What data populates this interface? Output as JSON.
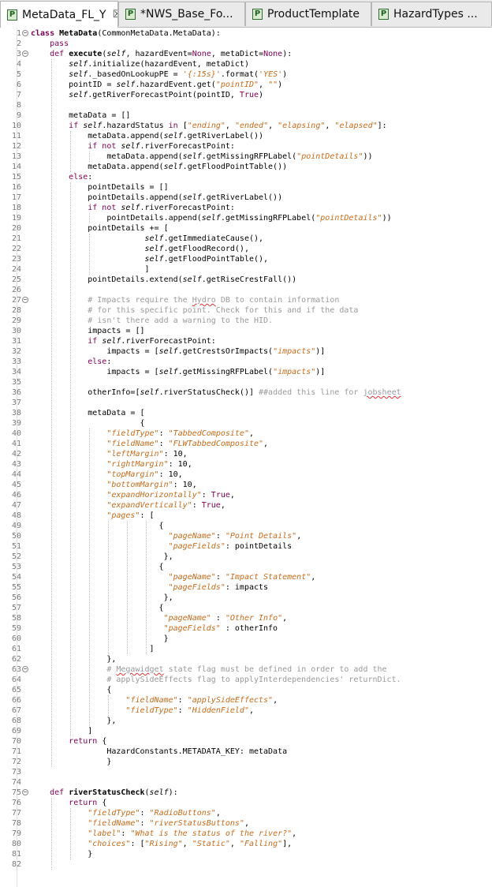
{
  "tabs": [
    {
      "label": "MetaData_FL_Y",
      "active": true,
      "closable": true,
      "icon": "python-file-icon"
    },
    {
      "label": "*NWS_Base_Fo...",
      "active": false,
      "icon": "python-file-icon"
    },
    {
      "label": "ProductTemplate",
      "active": false,
      "icon": "python-file-icon"
    },
    {
      "label": "HazardTypes ...",
      "active": false,
      "icon": "python-file-icon"
    }
  ],
  "colors": {
    "keyword": "#7f0055",
    "string": "#c76b1a",
    "comment": "#9a9a9a",
    "line_number": "#787878"
  },
  "lines": [
    {
      "n": "1",
      "fold": true,
      "html": "<span class=\"kw bold\">class</span> <span class=\"bold\">MetaData</span>(CommonMetaData.MetaData):"
    },
    {
      "n": "2",
      "html": "    <span class=\"kw\">pass</span>"
    },
    {
      "n": "3",
      "fold": true,
      "html": "    <span class=\"kw\">def</span> <span class=\"bold\">execute</span>(<span class=\"self\">self</span>, hazardEvent=<span class=\"kw\">None</span>, metaDict=<span class=\"kw\">None</span>):"
    },
    {
      "n": "4",
      "html": "        <span class=\"self\">self</span>.initialize(hazardEvent, metaDict)"
    },
    {
      "n": "5",
      "html": "        <span class=\"self\">self</span>._basedOnLookupPE = <span class=\"str\">'{:15s}'</span>.format(<span class=\"str\">'YES'</span>)"
    },
    {
      "n": "6",
      "html": "        pointID = <span class=\"self\">self</span>.hazardEvent.get(<span class=\"str\">\"pointID\"</span>, <span class=\"str\">\"\"</span>)"
    },
    {
      "n": "7",
      "html": "        <span class=\"self\">self</span>.getRiverForecastPoint(pointID, <span class=\"kw\">True</span>)"
    },
    {
      "n": "8",
      "html": ""
    },
    {
      "n": "9",
      "html": "        metaData = []"
    },
    {
      "n": "10",
      "html": "        <span class=\"kw\">if</span> <span class=\"self\">self</span>.hazardStatus <span class=\"kw\">in</span> [<span class=\"str\">\"ending\"</span>, <span class=\"str\">\"ended\"</span>, <span class=\"str\">\"elapsing\"</span>, <span class=\"str\">\"elapsed\"</span>]:"
    },
    {
      "n": "11",
      "html": "            metaData.append(<span class=\"self\">self</span>.getRiverLabel())"
    },
    {
      "n": "12",
      "html": "            <span class=\"kw\">if not</span> <span class=\"self\">self</span>.riverForecastPoint:"
    },
    {
      "n": "13",
      "html": "                metaData.append(<span class=\"self\">self</span>.getMissingRFPLabel(<span class=\"str\">\"pointDetails\"</span>))"
    },
    {
      "n": "14",
      "html": "            metaData.append(<span class=\"self\">self</span>.getFloodPointTable())"
    },
    {
      "n": "15",
      "html": "        <span class=\"kw\">else</span>:"
    },
    {
      "n": "16",
      "html": "            pointDetails = []"
    },
    {
      "n": "17",
      "html": "            pointDetails.append(<span class=\"self\">self</span>.getRiverLabel())"
    },
    {
      "n": "18",
      "html": "            <span class=\"kw\">if not</span> <span class=\"self\">self</span>.riverForecastPoint:"
    },
    {
      "n": "19",
      "html": "                pointDetails.append(<span class=\"self\">self</span>.getMissingRFPLabel(<span class=\"str\">\"pointDetails\"</span>))"
    },
    {
      "n": "20",
      "html": "            pointDetails += ["
    },
    {
      "n": "21",
      "html": "                        <span class=\"self\">self</span>.getImmediateCause(),"
    },
    {
      "n": "22",
      "html": "                        <span class=\"self\">self</span>.getFloodRecord(),"
    },
    {
      "n": "23",
      "html": "                        <span class=\"self\">self</span>.getFloodPointTable(),"
    },
    {
      "n": "24",
      "html": "                        ]"
    },
    {
      "n": "25",
      "html": "            pointDetails.extend(<span class=\"self\">self</span>.getRiseCrestFall())"
    },
    {
      "n": "26",
      "html": ""
    },
    {
      "n": "27",
      "fold": true,
      "html": "            <span class=\"com\"># Impacts require the <span class=\"err\">Hydro</span> DB to contain information</span>"
    },
    {
      "n": "28",
      "html": "            <span class=\"com\"># for this specific point. Check for this and if the data</span>"
    },
    {
      "n": "29",
      "html": "            <span class=\"com\"># isn't there add a warning to the HID.</span>"
    },
    {
      "n": "30",
      "html": "            impacts = []"
    },
    {
      "n": "31",
      "html": "            <span class=\"kw\">if</span> <span class=\"self\">self</span>.riverForecastPoint:"
    },
    {
      "n": "32",
      "html": "                impacts = [<span class=\"self\">self</span>.getCrestsOrImpacts(<span class=\"str\">\"impacts\"</span>)]"
    },
    {
      "n": "33",
      "html": "            <span class=\"kw\">else</span>:"
    },
    {
      "n": "34",
      "html": "                impacts = [<span class=\"self\">self</span>.getMissingRFPLabel(<span class=\"str\">\"impacts\"</span>)]"
    },
    {
      "n": "35",
      "html": ""
    },
    {
      "n": "36",
      "html": "            otherInfo=[<span class=\"self\">self</span>.riverStatusCheck()] <span class=\"com\">##added this line for <span class=\"err\">jobsheet</span></span>"
    },
    {
      "n": "37",
      "html": ""
    },
    {
      "n": "38",
      "html": "            metaData = ["
    },
    {
      "n": "39",
      "html": "                       {"
    },
    {
      "n": "40",
      "html": "                <span class=\"str\">\"fieldType\"</span>: <span class=\"str\">\"TabbedComposite\"</span>,"
    },
    {
      "n": "41",
      "html": "                <span class=\"str\">\"fieldName\"</span>: <span class=\"str\">\"FLWTabbedComposite\"</span>,"
    },
    {
      "n": "42",
      "html": "                <span class=\"str\">\"leftMargin\"</span>: 10,"
    },
    {
      "n": "43",
      "html": "                <span class=\"str\">\"rightMargin\"</span>: 10,"
    },
    {
      "n": "44",
      "html": "                <span class=\"str\">\"topMargin\"</span>: 10,"
    },
    {
      "n": "45",
      "html": "                <span class=\"str\">\"bottomMargin\"</span>: 10,"
    },
    {
      "n": "46",
      "html": "                <span class=\"str\">\"expandHorizontally\"</span>: <span class=\"kw\">True</span>,"
    },
    {
      "n": "47",
      "html": "                <span class=\"str\">\"expandVertically\"</span>: <span class=\"kw\">True</span>,"
    },
    {
      "n": "48",
      "html": "                <span class=\"str\">\"pages\"</span>: ["
    },
    {
      "n": "49",
      "html": "                           {"
    },
    {
      "n": "50",
      "html": "                             <span class=\"str\">\"pageName\"</span>: <span class=\"str\">\"Point Details\"</span>,"
    },
    {
      "n": "51",
      "html": "                             <span class=\"str\">\"pageFields\"</span>: pointDetails"
    },
    {
      "n": "52",
      "html": "                            },"
    },
    {
      "n": "53",
      "html": "                           {"
    },
    {
      "n": "54",
      "html": "                             <span class=\"str\">\"pageName\"</span>: <span class=\"str\">\"Impact Statement\"</span>,"
    },
    {
      "n": "55",
      "html": "                             <span class=\"str\">\"pageFields\"</span>: impacts"
    },
    {
      "n": "56",
      "html": "                            },"
    },
    {
      "n": "57",
      "html": "                           {"
    },
    {
      "n": "58",
      "html": "                            <span class=\"str\">\"pageName\"</span> : <span class=\"str\">\"Other Info\"</span>,"
    },
    {
      "n": "59",
      "html": "                            <span class=\"str\">\"pageFields\"</span> : otherInfo"
    },
    {
      "n": "60",
      "html": "                            }"
    },
    {
      "n": "61",
      "html": "                         ]"
    },
    {
      "n": "62",
      "html": "                },"
    },
    {
      "n": "63",
      "fold": true,
      "html": "                <span class=\"com\"># <span class=\"err\">Megawidget</span> state flag must be defined in order to add the</span>"
    },
    {
      "n": "64",
      "html": "                <span class=\"com\"># applySideEffects flag to applyInterdependencies' returnDict.</span>"
    },
    {
      "n": "65",
      "html": "                {"
    },
    {
      "n": "66",
      "html": "                    <span class=\"str\">\"fieldName\"</span>: <span class=\"str\">\"applySideEffects\"</span>,"
    },
    {
      "n": "67",
      "html": "                    <span class=\"str\">\"fieldType\"</span>: <span class=\"str\">\"HiddenField\"</span>,"
    },
    {
      "n": "68",
      "html": "                },"
    },
    {
      "n": "69",
      "html": "            ]"
    },
    {
      "n": "70",
      "html": "        <span class=\"kw\">return</span> {"
    },
    {
      "n": "71",
      "html": "                HazardConstants.METADATA_KEY: metaData"
    },
    {
      "n": "72",
      "html": "                }"
    },
    {
      "n": "73",
      "html": ""
    },
    {
      "n": "74",
      "html": ""
    },
    {
      "n": "75",
      "fold": true,
      "html": "    <span class=\"kw\">def</span> <span class=\"bold\">riverStatusCheck</span>(<span class=\"self\">self</span>):"
    },
    {
      "n": "76",
      "html": "        <span class=\"kw\">return</span> {"
    },
    {
      "n": "77",
      "html": "            <span class=\"str\">\"fieldType\"</span>: <span class=\"str\">\"RadioButtons\"</span>,"
    },
    {
      "n": "78",
      "html": "            <span class=\"str\">\"fieldName\"</span>: <span class=\"str\">\"riverStatusButtons\"</span>,"
    },
    {
      "n": "79",
      "html": "            <span class=\"str\">\"label\"</span>: <span class=\"str\">\"What is the status of the river?\"</span>,"
    },
    {
      "n": "80",
      "html": "            <span class=\"str\">\"choices\"</span>: [<span class=\"str\">\"Rising\"</span>, <span class=\"str\">\"Static\"</span>, <span class=\"str\">\"Falling\"</span>],"
    },
    {
      "n": "81",
      "html": "            }"
    },
    {
      "n": "82",
      "html": ""
    }
  ]
}
